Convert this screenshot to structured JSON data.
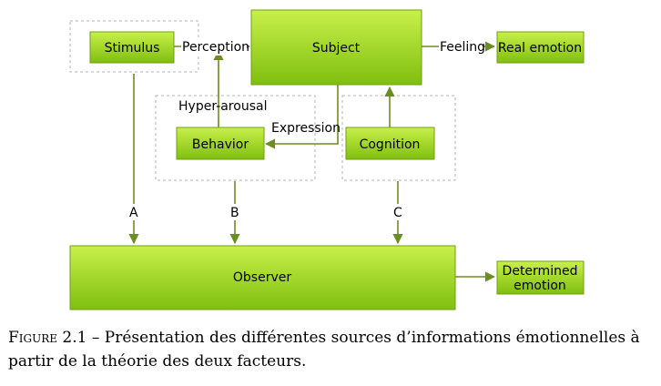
{
  "nodes": {
    "stimulus": "Stimulus",
    "subject": "Subject",
    "real_emotion": "Real emotion",
    "behavior": "Behavior",
    "cognition": "Cognition",
    "observer": "Observer",
    "determined_emotion_line1": "Determined",
    "determined_emotion_line2": "emotion"
  },
  "edge_labels": {
    "perception": "Perception",
    "feeling": "Feeling",
    "hyper_arousal": "Hyper-arousal",
    "expression": "Expression",
    "a": "A",
    "b": "B",
    "c": "C"
  },
  "caption": {
    "figure_label": "Figure 2.1",
    "dash": " – ",
    "text": "Présentation des différentes sources d’informations émotionnelles à partir de la théorie des deux facteurs."
  },
  "colors": {
    "box_fill_top": "#c8f04a",
    "box_fill_bottom": "#7fbf0f",
    "box_border": "#6f9f16",
    "edge": "#6b8e23",
    "group_border": "#b3b3b3"
  }
}
